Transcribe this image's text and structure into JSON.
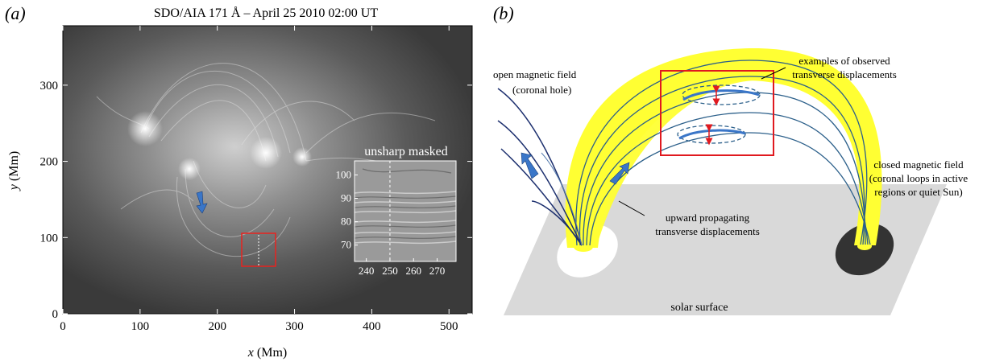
{
  "panel_a": {
    "label": "(a)",
    "title": "SDO/AIA 171 Å – April 25 2010 02:00 UT",
    "x_axis": {
      "label_var": "x",
      "label_unit": " (Mm)",
      "ticks": [
        "0",
        "100",
        "200",
        "300",
        "400",
        "500"
      ],
      "tick_values": [
        0,
        100,
        200,
        300,
        400,
        500
      ],
      "range": [
        0,
        530
      ]
    },
    "y_axis": {
      "label_var": "y",
      "label_unit": " (Mm)",
      "ticks": [
        "0",
        "100",
        "200",
        "300"
      ],
      "tick_values": [
        0,
        100,
        200,
        300
      ],
      "range": [
        0,
        378
      ]
    },
    "inset": {
      "title": "unsharp masked",
      "x_ticks": [
        "240",
        "250",
        "260",
        "270"
      ],
      "x_tick_values": [
        240,
        250,
        260,
        270
      ],
      "x_range": [
        235,
        278
      ],
      "y_ticks": [
        "70",
        "80",
        "90",
        "100"
      ],
      "y_tick_values": [
        70,
        80,
        90,
        100
      ],
      "y_range": [
        63,
        106
      ]
    },
    "colors": {
      "highlight_box": "#e8231f",
      "arrow": "#3a76c8"
    }
  },
  "panel_b": {
    "label": "(b)",
    "labels": {
      "open_field_1": "open magnetic field",
      "open_field_2": "(coronal hole)",
      "examples_1": "examples of observed",
      "examples_2": "transverse displacements",
      "closed_1": "closed magnetic field",
      "closed_2": "(coronal loops in active",
      "closed_3": "regions or quiet Sun)",
      "upward_1": "upward propagating",
      "upward_2": "transverse displacements",
      "surface": "solar surface"
    },
    "colors": {
      "loop_fill": "#ffff33",
      "field_lines": "#2b5f8a",
      "open_lines": "#1c2f6e",
      "arrow": "#3a76c8",
      "box": "#e0191f",
      "oscillation": "#e0191f",
      "surface": "#d9d9d9",
      "coronal_hole": "#ffffff",
      "footpoint": "#333333"
    }
  }
}
